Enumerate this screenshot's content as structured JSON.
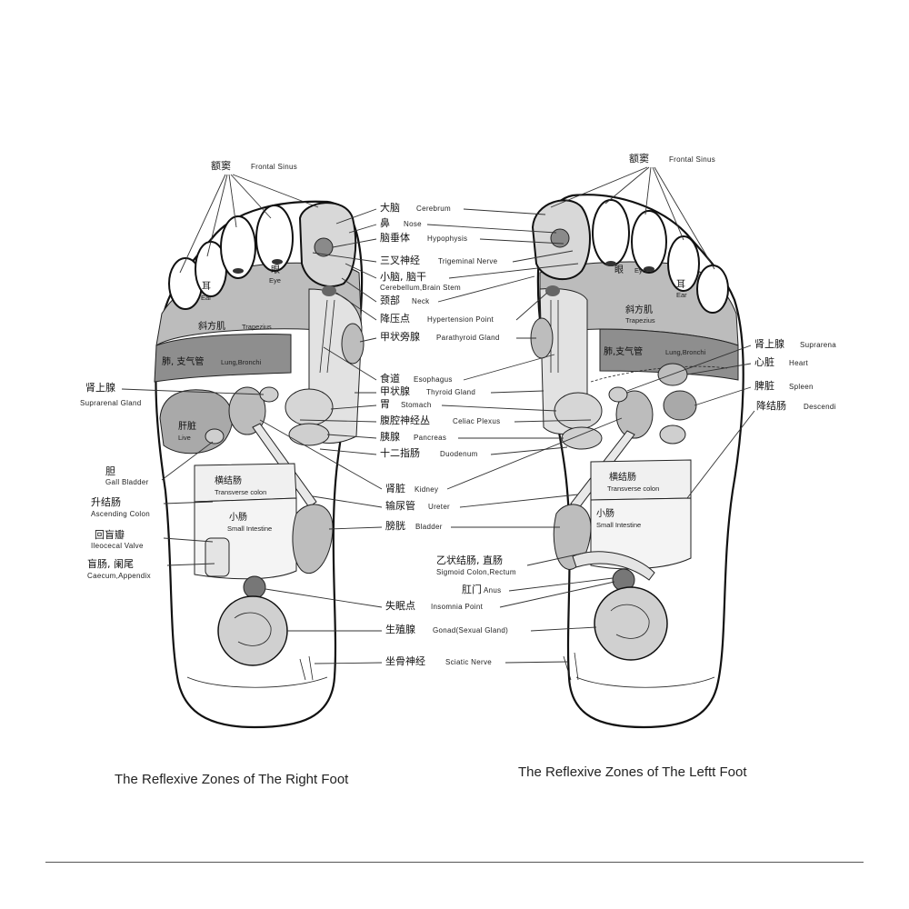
{
  "right_foot": {
    "caption": "The Reflexive Zones of The Right Foot",
    "labels": {
      "frontal_sinus_cn": "额窦",
      "frontal_sinus_en": "Frontal Sinus",
      "suprarenal_cn": "肾上腺",
      "suprarenal_en": "Suprarenal Gland",
      "gall_cn": "胆",
      "gall_en": "Gall Bladder",
      "ascending_cn": "升结肠",
      "ascending_en": "Ascending Colon",
      "ileocecal_cn": "回盲瓣",
      "ileocecal_en": "Ileocecal Valve",
      "caecum_cn": "盲肠, 阑尾",
      "caecum_en": "Caecum,Appendix"
    },
    "inner": {
      "ear_cn": "耳",
      "ear_en": "Ear",
      "eye_cn": "眼",
      "eye_en": "Eye",
      "trapezius_cn": "斜方肌",
      "trapezius_en": "Trapezius",
      "lung_cn": "肺, 支气管",
      "lung_en": "Lung,Bronchi",
      "liver_cn": "肝脏",
      "liver_en": "Live",
      "transverse_cn": "横结肠",
      "transverse_en": "Transverse colon",
      "small_cn": "小肠",
      "small_en": "Small Intestine"
    }
  },
  "center_labels": [
    {
      "cn": "大脑",
      "en": "Cerebrum"
    },
    {
      "cn": "鼻",
      "en": "Nose"
    },
    {
      "cn": "脑垂体",
      "en": "Hypophysis"
    },
    {
      "cn": "三叉神经",
      "en": "Trigeminal Nerve"
    },
    {
      "cn": "小脑, 脑干",
      "en": "Cerebellum,Brain Stem"
    },
    {
      "cn": "颈部",
      "en": "Neck"
    },
    {
      "cn": "降压点",
      "en": "Hypertension Point"
    },
    {
      "cn": "甲状旁腺",
      "en": "Parathyroid Gland"
    },
    {
      "cn": "食道",
      "en": "Esophagus"
    },
    {
      "cn": "甲状腺",
      "en": "Thyroid Gland"
    },
    {
      "cn": "胃",
      "en": "Stomach"
    },
    {
      "cn": "腹腔神经丛",
      "en": "Celiac Plexus"
    },
    {
      "cn": "胰腺",
      "en": "Pancreas"
    },
    {
      "cn": "十二指肠",
      "en": "Duodenum"
    },
    {
      "cn": "肾脏",
      "en": "Kidney"
    },
    {
      "cn": "输尿管",
      "en": "Ureter"
    },
    {
      "cn": "膀胱",
      "en": "Bladder"
    },
    {
      "cn": "乙状结肠, 直肠",
      "en": "Sigmoid Colon,Rectum"
    },
    {
      "cn": "肛门",
      "en": "Anus"
    },
    {
      "cn": "失眠点",
      "en": "Insomnia Point"
    },
    {
      "cn": "生殖腺",
      "en": "Gonad(Sexual Gland)"
    },
    {
      "cn": "坐骨神经",
      "en": "Sciatic Nerve"
    }
  ],
  "left_foot": {
    "caption": "The Reflexive Zones of The Leftt Foot",
    "labels": {
      "frontal_sinus_cn": "额窦",
      "frontal_sinus_en": "Frontal Sinus",
      "suprarenal_cn": "肾上腺",
      "suprarenal_en": "Suprarena",
      "heart_cn": "心脏",
      "heart_en": "Heart",
      "spleen_cn": "脾脏",
      "spleen_en": "Spleen",
      "descending_cn": "降结肠",
      "descending_en": "Descendi"
    },
    "inner": {
      "ear_cn": "耳",
      "ear_en": "Ear",
      "eye_cn": "眼",
      "eye_en": "Eye",
      "trapezius_cn": "斜方肌",
      "trapezius_en": "Trapezius",
      "lung_cn": "肺,支气管",
      "lung_en": "Lung,Bronchi",
      "transverse_cn": "横结肠",
      "transverse_en": "Transverse colon",
      "small_cn": "小肠",
      "small_en": "Small Intestine"
    }
  }
}
